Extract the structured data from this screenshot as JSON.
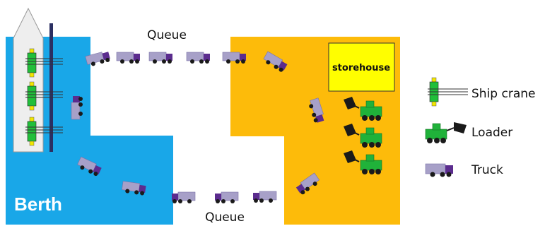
{
  "labels": {
    "berth": "Berth",
    "queue_top": "Queue",
    "queue_bottom": "Queue",
    "storehouse": "storehouse"
  },
  "legend": {
    "ship_crane": "Ship crane",
    "loader": "Loader",
    "truck": "Truck"
  },
  "colors": {
    "berth_zone": "#19a7e8",
    "yard_zone": "#fdbb0a",
    "storehouse": "#fffe00",
    "ship_hull": "#eeeeee",
    "rail": "#2b2f62",
    "crane_body": "#21bf3a",
    "crane_cap": "#f2e600",
    "truck_body": "#a7a0c8",
    "truck_cab": "#5b2c8e",
    "loader_body": "#20b23a",
    "loader_bucket": "#1a1a1a"
  },
  "icons": [
    "ship-icon",
    "ship-crane-icon",
    "truck-icon",
    "loader-icon"
  ]
}
